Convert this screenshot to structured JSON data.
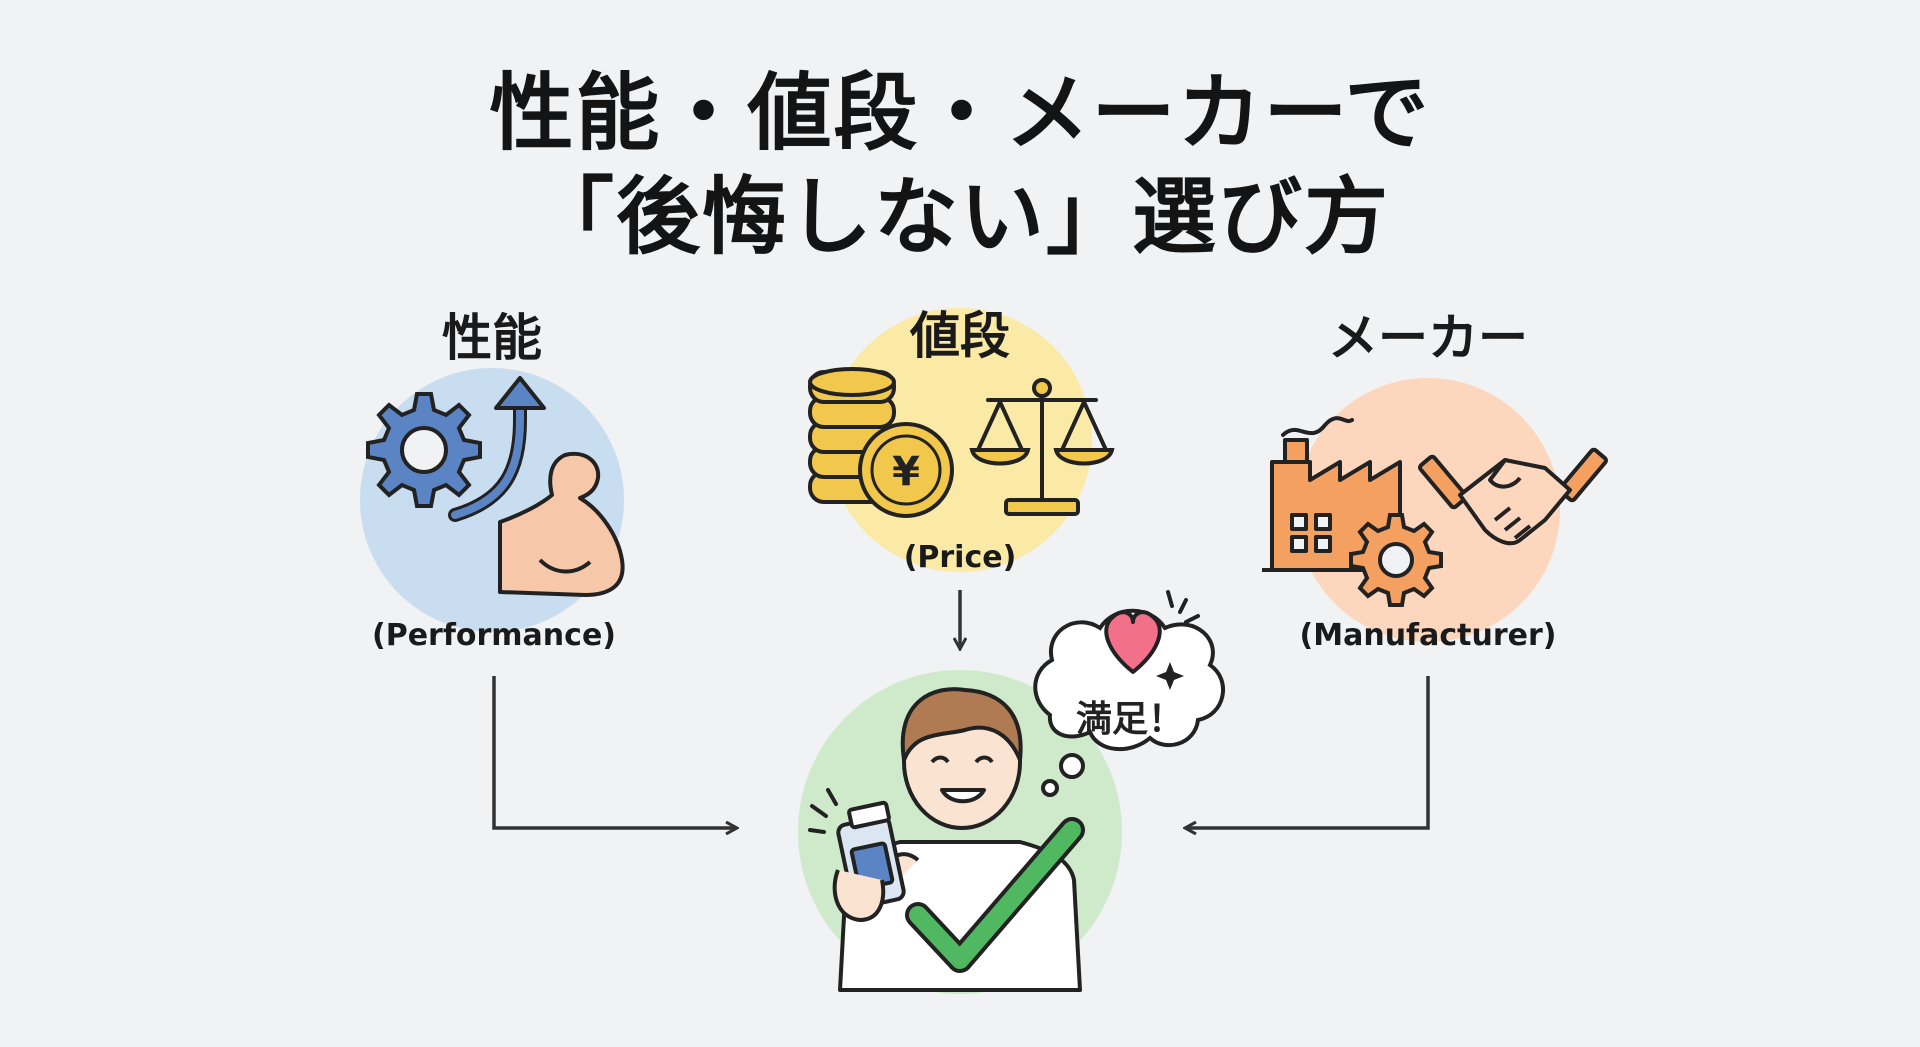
{
  "title": {
    "line1": "性能・値段・メーカーで",
    "line2": "「後悔しない」選び方"
  },
  "categories": [
    {
      "label": "性能",
      "sublabel": "(Performance)",
      "color": "#c9ddf0",
      "icon": "gear-arrow-muscle-icon"
    },
    {
      "label": "値段",
      "sublabel": "(Price)",
      "color": "#fbe9a6",
      "icon": "coins-yen-scale-icon"
    },
    {
      "label": "メーカー",
      "sublabel": "(Manufacturer)",
      "color": "#fcd7bd",
      "icon": "factory-handshake-icon"
    }
  ],
  "result": {
    "bubble_text": "満足！",
    "color": "#cfe9cb",
    "icon": "happy-person-checkmark-icon"
  }
}
